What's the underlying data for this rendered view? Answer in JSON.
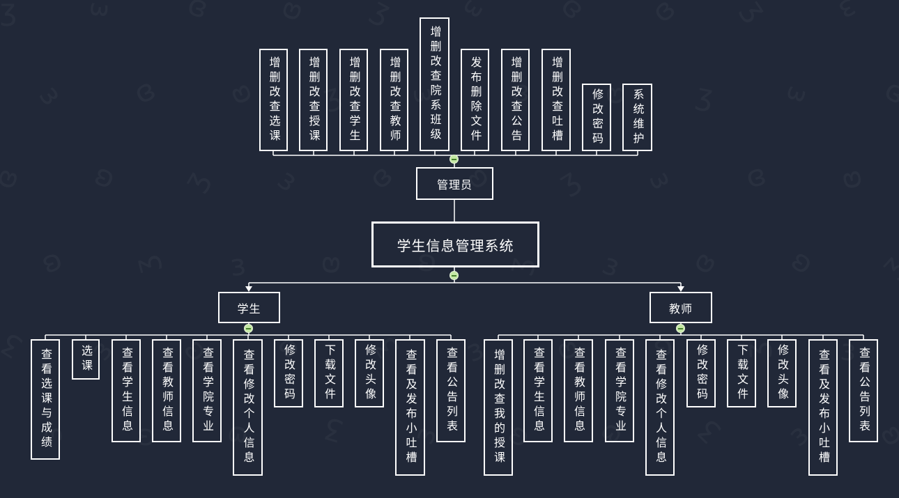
{
  "root": {
    "label": "学生信息管理系统"
  },
  "admin": {
    "label": "管理员",
    "children": [
      {
        "label": "增删改查选课"
      },
      {
        "label": "增删改查授课"
      },
      {
        "label": "增删改查学生"
      },
      {
        "label": "增删改查教师"
      },
      {
        "label": "增删改查院系班级"
      },
      {
        "label": "发布删除文件"
      },
      {
        "label": "增删改查公告"
      },
      {
        "label": "增删改查吐槽"
      },
      {
        "label": "修改密码"
      },
      {
        "label": "系统维护"
      }
    ]
  },
  "student": {
    "label": "学生",
    "children": [
      {
        "label": "查看选课与成绩"
      },
      {
        "label": "选课"
      },
      {
        "label": "查看学生信息"
      },
      {
        "label": "查看教师信息"
      },
      {
        "label": "查看学院专业"
      },
      {
        "label": "查看修改个人信息"
      },
      {
        "label": "修改密码"
      },
      {
        "label": "下载文件"
      },
      {
        "label": "修改头像"
      },
      {
        "label": "查看及发布小吐槽"
      },
      {
        "label": "查看公告列表"
      }
    ]
  },
  "teacher": {
    "label": "教师",
    "children": [
      {
        "label": "增删改查我的授课"
      },
      {
        "label": "查看学生信息"
      },
      {
        "label": "查看教师信息"
      },
      {
        "label": "查看学院专业"
      },
      {
        "label": "查看修改个人信息"
      },
      {
        "label": "修改密码"
      },
      {
        "label": "下载文件"
      },
      {
        "label": "修改头像"
      },
      {
        "label": "查看及发布小吐槽"
      },
      {
        "label": "查看公告列表"
      }
    ]
  },
  "colors": {
    "background": "#212838",
    "node_border": "#ffffff",
    "node_text": "#ffffff",
    "connector": "#ffffff",
    "toggle_fill": "#c5e8a5",
    "toggle_minus": "#46822c"
  }
}
